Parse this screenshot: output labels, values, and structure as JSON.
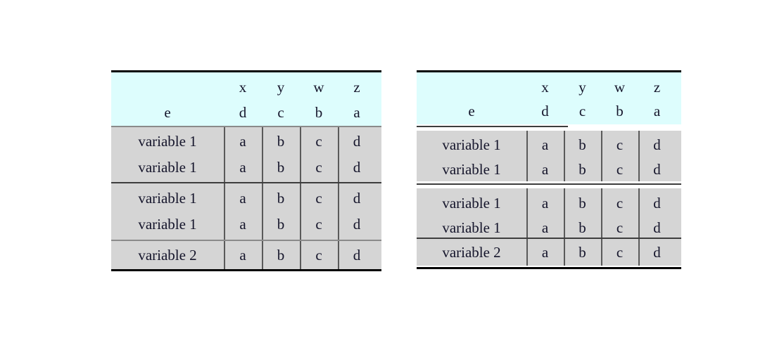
{
  "figure": {
    "kind": "two-booktabs-tables",
    "background_color": "#ffffff",
    "header_band_color": "#ddfdfd",
    "body_shade_color": "#d5d5d5",
    "rule_color": "#000000",
    "text_color": "#15152b"
  },
  "left_table": {
    "name": "left-table",
    "header": {
      "line1": [
        "",
        "x",
        "y",
        "w",
        "z"
      ],
      "line2": [
        "e",
        "d",
        "c",
        "b",
        "a"
      ]
    },
    "column_headers": [
      "e",
      "x d",
      "y c",
      "w b",
      "z a"
    ],
    "groups": [
      {
        "rows": [
          [
            "variable 1",
            "a",
            "b",
            "c",
            "d"
          ],
          [
            "variable 1",
            "a",
            "b",
            "c",
            "d"
          ]
        ]
      },
      {
        "rows": [
          [
            "variable 1",
            "a",
            "b",
            "c",
            "d"
          ],
          [
            "variable 1",
            "a",
            "b",
            "c",
            "d"
          ]
        ]
      },
      {
        "rows": [
          [
            "variable 2",
            "a",
            "b",
            "c",
            "d"
          ]
        ]
      }
    ]
  },
  "right_table": {
    "name": "right-table",
    "header": {
      "line1": [
        "",
        "x",
        "y",
        "w",
        "z"
      ],
      "line2": [
        "e",
        "d",
        "c",
        "b",
        "a"
      ]
    },
    "column_headers": [
      "e",
      "x d",
      "y c",
      "w b",
      "z a"
    ],
    "groups": [
      {
        "rows": [
          [
            "variable 1",
            "a",
            "b",
            "c",
            "d"
          ],
          [
            "variable 1",
            "a",
            "b",
            "c",
            "d"
          ]
        ]
      },
      {
        "rows": [
          [
            "variable 1",
            "a",
            "b",
            "c",
            "d"
          ],
          [
            "variable 1",
            "a",
            "b",
            "c",
            "d"
          ]
        ]
      },
      {
        "rows": [
          [
            "variable 2",
            "a",
            "b",
            "c",
            "d"
          ]
        ]
      }
    ]
  },
  "chart_data": {
    "type": "table",
    "title": "",
    "tables": [
      {
        "name": "left-table",
        "columns": [
          "e",
          "x / d",
          "y / c",
          "w / b",
          "z / a"
        ],
        "rows": [
          [
            "variable 1",
            "a",
            "b",
            "c",
            "d"
          ],
          [
            "variable 1",
            "a",
            "b",
            "c",
            "d"
          ],
          [
            "variable 1",
            "a",
            "b",
            "c",
            "d"
          ],
          [
            "variable 1",
            "a",
            "b",
            "c",
            "d"
          ],
          [
            "variable 2",
            "a",
            "b",
            "c",
            "d"
          ]
        ]
      },
      {
        "name": "right-table",
        "columns": [
          "e",
          "x / d",
          "y / c",
          "w / b",
          "z / a"
        ],
        "rows": [
          [
            "variable 1",
            "a",
            "b",
            "c",
            "d"
          ],
          [
            "variable 1",
            "a",
            "b",
            "c",
            "d"
          ],
          [
            "variable 1",
            "a",
            "b",
            "c",
            "d"
          ],
          [
            "variable 1",
            "a",
            "b",
            "c",
            "d"
          ],
          [
            "variable 2",
            "a",
            "b",
            "c",
            "d"
          ]
        ]
      }
    ]
  }
}
